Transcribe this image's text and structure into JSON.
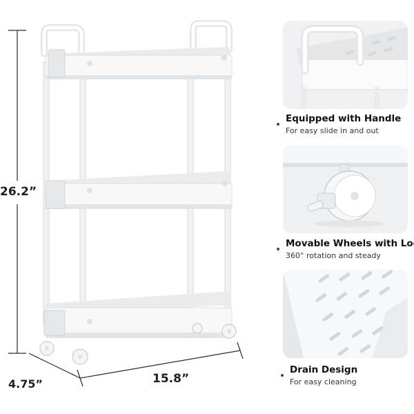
{
  "dimensions": {
    "height": "26.2”",
    "depth": "4.75”",
    "width": "15.8”"
  },
  "features": [
    {
      "title": "Equipped with Handle",
      "subtitle": "For easy slide in and out",
      "icon": "handle-closeup"
    },
    {
      "title": "Movable Wheels with Lock",
      "subtitle": "360° rotation and steady",
      "icon": "wheel-closeup"
    },
    {
      "title": "Drain Design",
      "subtitle": "For easy cleaning",
      "icon": "drain-closeup"
    }
  ],
  "colors": {
    "cart_body": "#f7f7f7",
    "cart_shadow": "#d9dcdf",
    "dimension_line": "#2a2a2a",
    "panel_bg": "#eef0f2"
  }
}
